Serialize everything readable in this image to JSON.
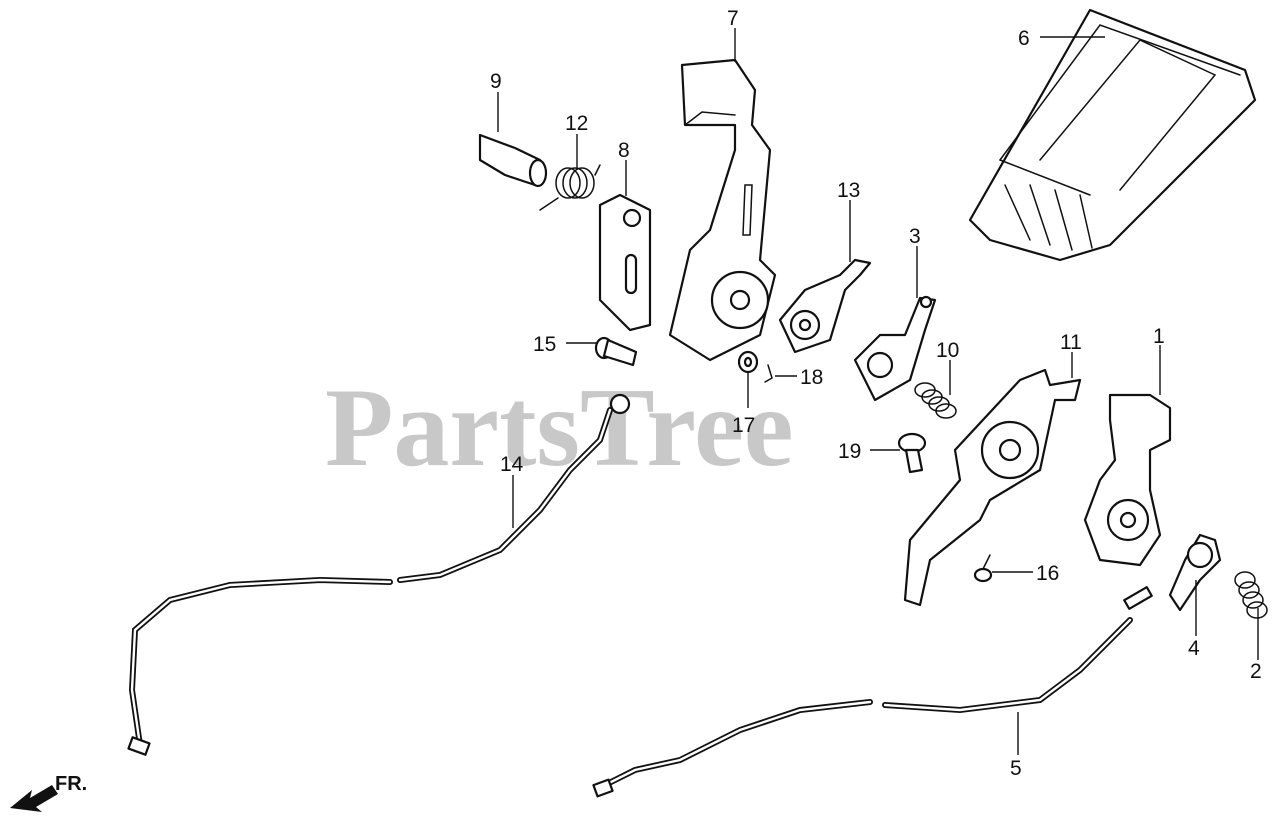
{
  "watermark": "PartsTree",
  "direction_label": "FR.",
  "callouts": [
    {
      "id": "1",
      "label": "1"
    },
    {
      "id": "2",
      "label": "2"
    },
    {
      "id": "3",
      "label": "3"
    },
    {
      "id": "4",
      "label": "4"
    },
    {
      "id": "5",
      "label": "5"
    },
    {
      "id": "6",
      "label": "6"
    },
    {
      "id": "7",
      "label": "7"
    },
    {
      "id": "8",
      "label": "8"
    },
    {
      "id": "9",
      "label": "9"
    },
    {
      "id": "10",
      "label": "10"
    },
    {
      "id": "11",
      "label": "11"
    },
    {
      "id": "12",
      "label": "12"
    },
    {
      "id": "13",
      "label": "13"
    },
    {
      "id": "14",
      "label": "14"
    },
    {
      "id": "15",
      "label": "15"
    },
    {
      "id": "16",
      "label": "16"
    },
    {
      "id": "17",
      "label": "17"
    },
    {
      "id": "18",
      "label": "18"
    },
    {
      "id": "19",
      "label": "19"
    }
  ]
}
